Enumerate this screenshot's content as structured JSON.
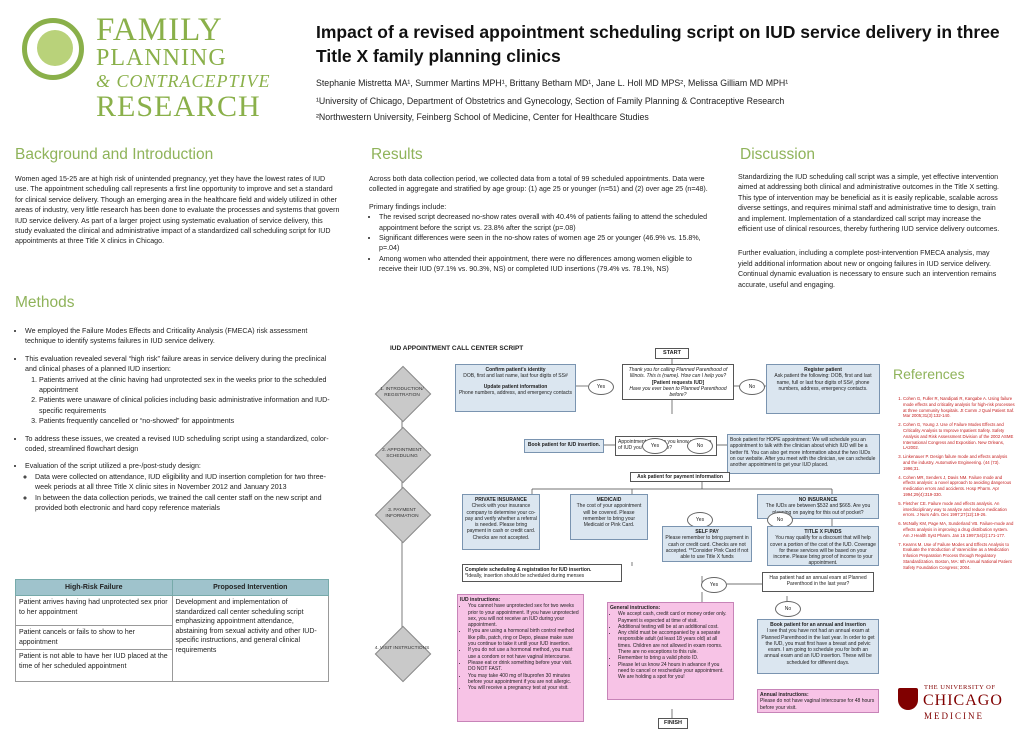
{
  "logo": {
    "line1": "FAMILY",
    "line2": "PLANNING",
    "line3": "& CONTRACEPTIVE",
    "line4": "RESEARCH"
  },
  "header": {
    "title": "Impact of a revised appointment scheduling script on IUD service delivery in three Title X family planning clinics",
    "authors": "Stephanie Mistretta MA¹, Summer Martins MPH¹, Brittany Betham MD¹, Jane L. Holl MD MPS², Melissa Gilliam MD MPH¹",
    "affil1": "¹University of Chicago, Department of Obstetrics and Gynecology, Section of Family Planning & Contraceptive Research",
    "affil2": "²Northwestern University, Feinberg School of Medicine, Center for Healthcare Studies"
  },
  "background": {
    "heading": "Background and Introduction",
    "text": "Women aged 15-25 are at high risk of unintended pregnancy, yet they have the lowest rates of IUD use. The appointment scheduling call represents a first line opportunity to improve and set a standard for clinical service delivery. Though an emerging area in the healthcare field and widely utilized in other areas of industry, very little research has been done to evaluate the processes and systems that govern IUD service delivery. As part of a larger project using systematic evaluation of service delivery, this study evaluated the clinical and administrative impact of a standardized call scheduling script for IUD appointments at three Title X clinics in Chicago."
  },
  "methods": {
    "heading": "Methods",
    "b1": "We employed the Failure Modes Effects and Criticality Analysis (FMECA) risk assessment technique to identify systems failures in IUD service delivery.",
    "b2": "This evaluation revealed several “high risk” failure areas in service delivery during the preclinical and clinical phases of a planned IUD insertion:",
    "b2_items": [
      "Patients arrived at the clinic having had unprotected sex in the weeks prior to the scheduled appointment",
      "Patients were unaware of clinical policies including basic administrative information and IUD-specific requirements",
      "Patients frequently cancelled or “no-showed” for appointments"
    ],
    "b3": "To address these issues, we created a revised IUD scheduling script using a standardized, color-coded, streamlined flowchart design",
    "b4": "Evaluation of the script utilized a pre-/post-study design:",
    "b4_items": [
      "Data were collected on attendance, IUD eligibility and IUD insertion completion for two three-week periods at all three Title X clinic sites in November 2012 and January 2013",
      "In between the data collection periods, we trained the call center staff on the new script and provided both electronic and hard copy reference materials"
    ]
  },
  "table": {
    "col1": "High-Risk Failure",
    "col2": "Proposed Intervention",
    "r1": "Patient arrives having had unprotected sex prior to her appointment",
    "r2": "Patient cancels or fails to show to her appointment",
    "r3": "Patient is not able to have her IUD placed at the time of her scheduled appointment",
    "intervention": "Development and implementation of standardized call center scheduling script emphasizing appointment attendance, abstaining from sexual activity and other IUD-specific instructions, and general clinical requirements"
  },
  "results": {
    "heading": "Results",
    "p1": "Across both data collection period, we collected data from a total of 99 scheduled appointments. Data were collected in aggregate and stratified by age group: (1) age 25 or younger (n=51) and (2) over age 25 (n=48).",
    "p2": "Primary findings include:",
    "items": [
      "The revised script decreased no-show rates overall with 40.4% of patients failing to attend the scheduled appointment before the script vs. 23.8% after the script (p=.08)",
      "Significant differences were seen in the no-show rates of women age 25 or younger (46.9% vs. 15.8%, p=.04)",
      "Among women who attended their appointment, there were no differences among women eligible to receive their IUD (97.1% vs. 90.3%, NS) or completed IUD insertions (79.4% vs. 78.1%, NS)"
    ]
  },
  "discussion": {
    "heading": "Discussion",
    "p1": "Standardizing the IUD scheduling call script was a simple, yet effective intervention aimed at addressing both clinical and administrative outcomes in the Title X setting. This type of intervention may be beneficial as it is easily replicable, scalable across diverse settings, and requires minimal staff and administrative time to design, train and implement. Implementation of a standardized call script may increase the efficient use of clinical resources, thereby furthering IUD service delivery outcomes.",
    "p2": "Further evaluation, including a complete post-intervention FMECA analysis, may yield additional information about new or ongoing failures in IUD service delivery. Continual dynamic evaluation is necessary to ensure such an intervention remains accurate, useful and engaging."
  },
  "references": {
    "heading": "References",
    "items": [
      "Cohen G, Fuller R, Nandipati R, Kangabe A. Using failure mode effects and criticality analysis for high-risk processes at three community hospitals. Jt Comm J Qual Patient Saf. Mar 2005;31(3):132-140.",
      "Cohen G, Young J. Use of Failure Modes Effects and Criticality Analysis to Improve Inpatient Safety. Safety Analysis and Risk Assessment Division of the 2002 ASME International Congress and Exposition. New Orleans, LA2002.",
      "Linkenauer P. Design failure mode and effects analysis and the industry. Automotive Engineering. (44 (73). 1996;31.",
      "Cohen MR, Senders J, Davis NM. Failure mode and effects analysis: a novel approach to avoiding dangerous medication errors and accidents. Hosp Pharm. Apr 1994;29(4):319-330.",
      "Fletcher CE. Failure mode and effects analysis. An interdisciplinary way to analyze and reduce medication errors. J Nurs Adm. Dec 1997;27(12):19-26.",
      "McNally KM, Page MA, Sunderland VB. Failure-mode and effects analysis in improving a drug distribution system. Am J Health Syst Pharm. Jan 15 1997;54(2):171-177.",
      "Kearns M. Use of Failure Modes and Effects Analysis to Evaluate the Introduction of Varenicline as a Medication Infusion Preparation Process through Regulatory Standardization. Boston, MA: 6th Annual National Patient Safety Foundation Congress; 2004."
    ]
  },
  "flowchart": {
    "title": "IUD APPOINTMENT CALL CENTER SCRIPT",
    "start": "START",
    "finish": "FINISH",
    "yes": "Yes",
    "no": "No",
    "step1": "1. INTRODUCTION/ REGISTRATION",
    "step2": "2. APPOINTMENT SCHEDULING",
    "step3": "3. PAYMENT INFORMATION",
    "step4": "4. VISIT INSTRUCTIONS",
    "confirm_title": "Confirm patient's identity",
    "confirm_sub": "DOB, first and last name, last four digits of SS#",
    "update_title": "Update patient information",
    "update_sub": "Phone numbers, address, and emergency contacts",
    "greeting": "Thank you for calling Planned Parenthood of Illinois. This is (name). How can I help you?",
    "patient_req": "[Patient requests IUD]",
    "been_before": "Have you ever been to Planned Parenthood before?",
    "register_title": "Register patient",
    "register_sub": "Ask patient the following: DOB, first and last name, full or last four digits of SS#, phone numbers, address, emergency contacts.",
    "appt_type": "Appointment type: Do you know what type of IUD you'd like to use?",
    "book_ins": "Book patient for IUD insertion.",
    "book_hope": "Book patient for HOPE appointment: We will schedule you an appointment to talk with the clinician about which IUD will be a better fit. You can also get more information about the two IUDs on our website. After you meet with the clinician, we can schedule another appointment to get your IUD placed.",
    "ask_payment": "Ask patient for payment information",
    "priv_title": "PRIVATE INSURANCE",
    "priv_text": "Check with your insurance company to determine your co-pay and verify whether a referral is needed. Please bring payment in cash or credit card. Checks are not accepted.",
    "medicaid_title": "MEDICAID",
    "medicaid_text": "The cost of your appointment will be covered. Please remember to bring your Medicaid or Pink Card.",
    "noins_title": "NO INSURANCE",
    "noins_text": "The IUDs are between $532 and $665. Are you planning on paying for this out of pocket?",
    "selfpay_title": "SELF PAY",
    "selfpay_text": "Please remember to bring payment in cash or credit card. Checks are not accepted. **Consider Pink Card if not able to use Title X funds",
    "titlex_title": "TITLE X FUNDS",
    "titlex_text": "You may qualify for a discount that will help cover a portion of the cost of the IUD. Coverage for these services will be based on your income. Please bring proof of income to your appointment.",
    "complete": "Complete scheduling & registration for IUD insertion.",
    "complete_sub": "*Ideally, insertion should be scheduled during menses",
    "had_exam": "Has patient had an annual exam at Planned Parenthood in the last year?",
    "iud_instr_title": "IUD instructions:",
    "iud_instr": [
      "You cannot have unprotected sex for two weeks prior to your appointment. If you have unprotected sex, you will not receive an IUD during your appointment.",
      "If you are using a hormonal birth control method like pills, patch, ring or Depo, please make sure you continue to take it until your IUD insertion.",
      "If you do not use a hormonal method, you must use a condom or not have vaginal intercourse.",
      "Please eat or drink something before your visit. DO NOT FAST.",
      "You may take 400 mg of Ibuprofen 30 minutes before your appointment if you are not allergic.",
      "You will receive a pregnancy test at your visit."
    ],
    "gen_instr_title": "General instructions:",
    "gen_instr": [
      "We accept cash, credit card or money order only. Payment is expected at time of visit.",
      "Additional testing will be at an additional cost.",
      "Any child must be accompanied by a separate responsible adult (at least 18 years old) at all times. Children are not allowed in exam rooms. There are no exceptions to this rule.",
      "Remember to bring a valid photo ID.",
      "Please let us know 24 hours in advance if you need to cancel or reschedule your appointment. We are holding a spot for you!"
    ],
    "annual_title": "Book patient for an annual and insertion",
    "annual_text": "I see that you have not had an annual exam at Planned Parenthood in the last year. In order to get the IUD, you must first have a breast and pelvic exam. I am going to schedule you for both an annual exam and an IUD insertion. These will be scheduled for different days.",
    "annual_instr_title": "Annual instructions:",
    "annual_instr": "Please do not have vaginal intercourse for 48 hours before your visit."
  },
  "uchicago": {
    "line1": "THE UNIVERSITY OF",
    "line2": "CHICAGO",
    "line3": "MEDICINE"
  }
}
